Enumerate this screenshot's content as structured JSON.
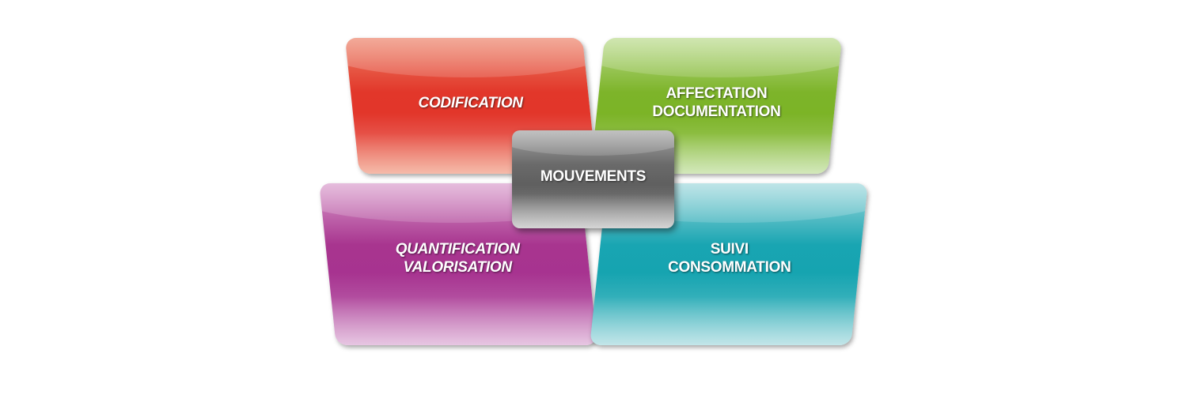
{
  "tiles": {
    "codification": {
      "lines": [
        "CODIFICATION"
      ],
      "color": "#e2372a"
    },
    "affectation": {
      "lines": [
        "AFFECTATION",
        "DOCUMENTATION"
      ],
      "color": "#7db42a"
    },
    "quantification": {
      "lines": [
        "QUANTIFICATION",
        "VALORISATION"
      ],
      "color": "#a8358f"
    },
    "suivi": {
      "lines": [
        "SUIVI",
        "CONSOMMATION"
      ],
      "color": "#19a5b2"
    },
    "mouvements": {
      "lines": [
        "MOUVEMENTS"
      ],
      "color": "#6a6a6a"
    }
  }
}
